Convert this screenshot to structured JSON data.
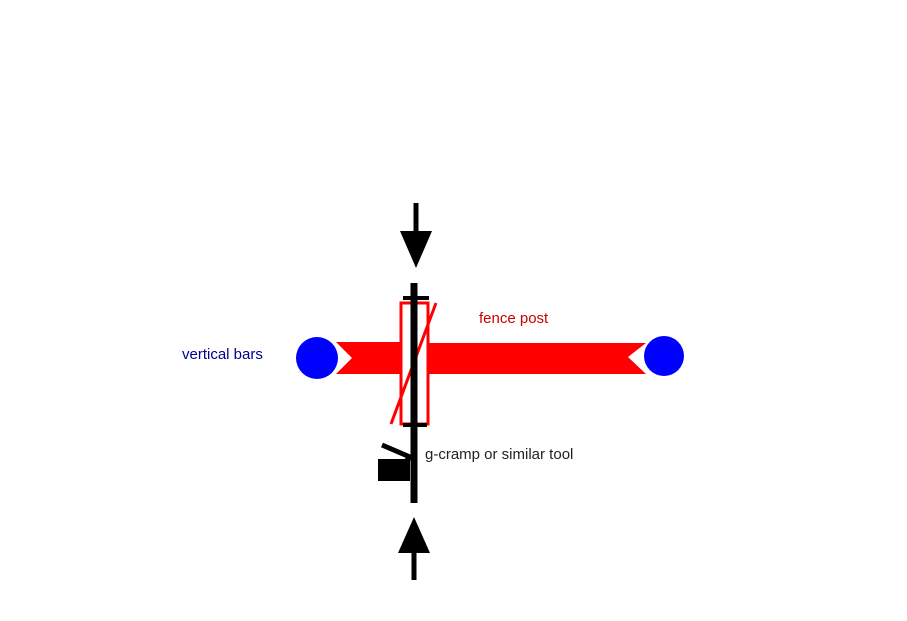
{
  "labels": {
    "vertical_bars": "vertical bars",
    "fence_post": "fence post",
    "tool": "g-cramp or similar tool"
  },
  "colors": {
    "bar": "#ff0000",
    "vertical_bar_dot": "#0000ff",
    "clamp": "#000000",
    "label_blue": "#00008b",
    "label_red": "#cc0000",
    "label_dark": "#222222"
  },
  "icons": {
    "arrow_top": "arrow-down-icon",
    "arrow_bottom": "arrow-up-icon"
  }
}
